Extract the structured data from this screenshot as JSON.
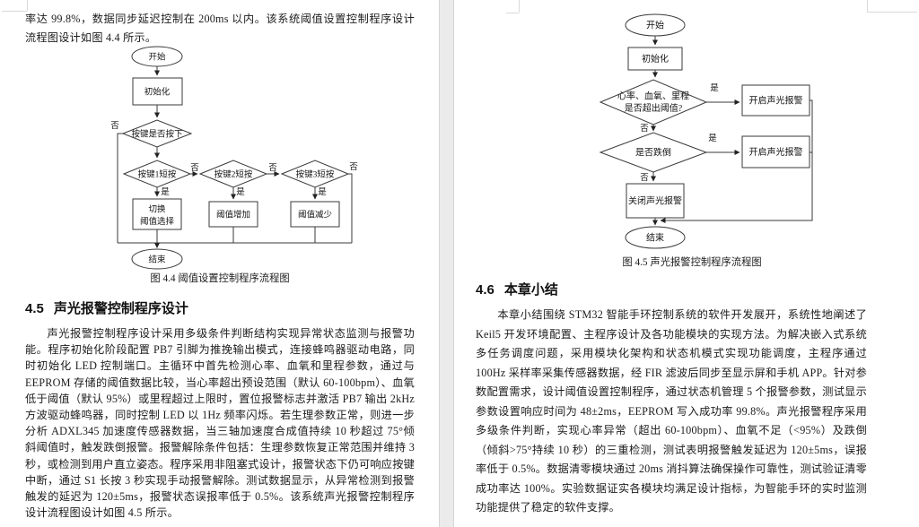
{
  "left_page": {
    "intro_text": "率达 99.8%，数据同步延迟控制在 200ms 以内。该系统阈值设置控制程序设计流程图设计如图 4.4 所示。",
    "figure": {
      "caption": "图 4.4 阈值设置控制程序流程图"
    },
    "section": {
      "number": "4.5",
      "title": "声光报警控制程序设计"
    },
    "body_text": "声光报警控制程序设计采用多级条件判断结构实现异常状态监测与报警功能。程序初始化阶段配置 PB7 引脚为推挽输出模式，连接蜂鸣器驱动电路，同时初始化 LED 控制端口。主循环中首先检测心率、血氧和里程参数，通过与 EEPROM 存储的阈值数据比较，当心率超出预设范围（默认 60-100bpm）、血氧低于阈值（默认 95%）或里程超过上限时，置位报警标志并激活 PB7 输出 2kHz 方波驱动蜂鸣器，同时控制 LED 以 1Hz 频率闪烁。若生理参数正常，则进一步分析 ADXL345 加速度传感器数据，当三轴加速度合成值持续 10 秒超过 75°倾斜阈值时，触发跌倒报警。报警解除条件包括：生理参数恢复正常范围并维持 3 秒，或检测到用户直立姿态。程序采用非阻塞式设计，报警状态下仍可响应按键中断，通过 S1 长按 3 秒实现手动报警解除。测试数据显示，从异常检测到报警触发的延迟为 120±5ms，报警状态误报率低于 0.5%。该系统声光报警控制程序设计流程图设计如图 4.5 所示。",
    "flow": {
      "start": "开始",
      "init": "初始化",
      "d_pressed": "按键是否按下",
      "d_key1": "按键1短按",
      "d_key2": "按键2短按",
      "d_key3": "按键3短按",
      "r_switch_l1": "切换",
      "r_switch_l2": "阈值选择",
      "r_inc": "阈值增加",
      "r_dec": "阈值减少",
      "end": "结束",
      "yes": "是",
      "no": "否"
    }
  },
  "right_page": {
    "figure": {
      "caption": "图 4.5 声光报警控制程序流程图"
    },
    "section": {
      "number": "4.6",
      "title": "本章小结"
    },
    "body_text": "本章小结围绕 STM32 智能手环控制系统的软件开发展开，系统性地阐述了 Keil5 开发环境配置、主程序设计及各功能模块的实现方法。为解决嵌入式系统多任务调度问题，采用模块化架构和状态机模式实现功能调度，主程序通过 100Hz 采样率采集传感器数据，经 FIR 滤波后同步至显示屏和手机 APP。针对参数配置需求，设计阈值设置控制程序，通过状态机管理 5 个报警参数，测试显示参数设置响应时间为 48±2ms，EEPROM 写入成功率 99.8%。声光报警程序采用多级条件判断，实现心率异常（超出 60-100bpm）、血氧不足（<95%）及跌倒（倾斜>75°持续 10 秒）的三重检测，测试表明报警触发延迟为 120±5ms，误报率低于 0.5%。数据清零模块通过 20ms 消抖算法确保操作可靠性，测试验证清零成功率达 100%。实验数据证实各模块均满足设计指标，为智能手环的实时监测功能提供了稳定的软件支撑。",
    "flow": {
      "start": "开始",
      "init": "初始化",
      "d_vitals_l1": "心率、血氧、里程",
      "d_vitals_l2": "是否超出阈值?",
      "d_fall": "是否跌倒",
      "r_on": "开启声光报警",
      "r_off": "关闭声光报警",
      "end": "结束",
      "yes": "是",
      "no": "否"
    }
  }
}
